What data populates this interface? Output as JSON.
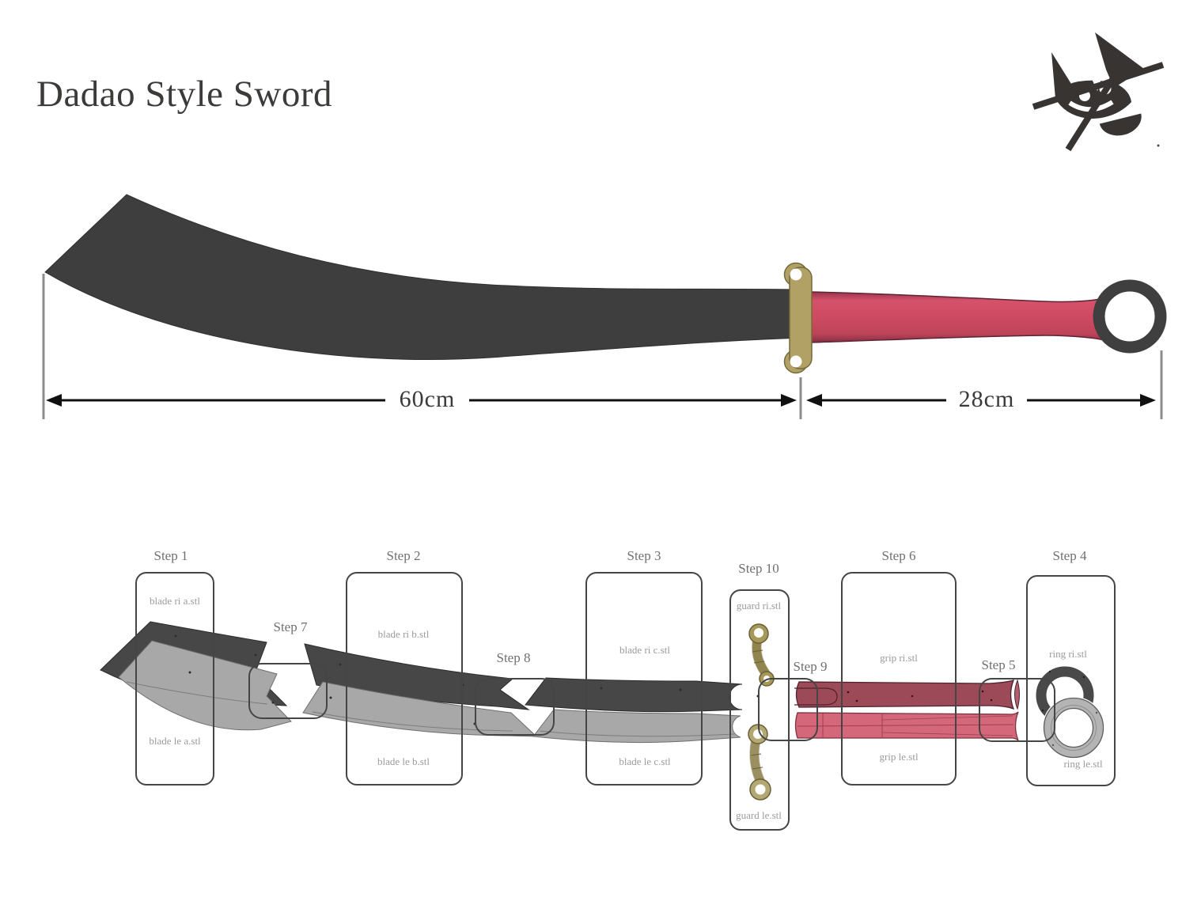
{
  "page": {
    "title": "Dadao Style Sword"
  },
  "logo": {
    "icon": "cat-sword-logo"
  },
  "sword": {
    "blade_length_label": "60cm",
    "grip_length_label": "28cm",
    "colors": {
      "blade": "#3e3e3e",
      "guard_brass": "#b2a164",
      "grip_red": "#ce4a63",
      "pommel_ring": "#3f3f3f",
      "part_dark_gray": "#474747",
      "part_light_gray": "#a8a8a8",
      "grip_dark_maroon": "#9c4a58",
      "grip_light_pink": "#d5677b",
      "guard_olive_dark": "#a59858",
      "guard_olive_light": "#b3a873",
      "ring_dark": "#494949",
      "ring_light": "#b4b4b4"
    }
  },
  "assembly": {
    "part_steps": [
      {
        "label": "Step 1",
        "parts": [
          "blade ri a.stl",
          "blade le a.stl"
        ]
      },
      {
        "label": "Step 2",
        "parts": [
          "blade ri b.stl",
          "blade le b.stl"
        ]
      },
      {
        "label": "Step 3",
        "parts": [
          "blade ri c.stl",
          "blade le c.stl"
        ]
      },
      {
        "label": "Step 10",
        "parts": [
          "guard ri.stl",
          "guard le.stl"
        ]
      },
      {
        "label": "Step 6",
        "parts": [
          "grip ri.stl",
          "grip le.stl"
        ]
      },
      {
        "label": "Step 4",
        "parts": [
          "ring ri.stl",
          "ring le.stl"
        ]
      }
    ],
    "join_steps": [
      {
        "label": "Step 7"
      },
      {
        "label": "Step 8"
      },
      {
        "label": "Step 9"
      },
      {
        "label": "Step 5"
      }
    ]
  }
}
